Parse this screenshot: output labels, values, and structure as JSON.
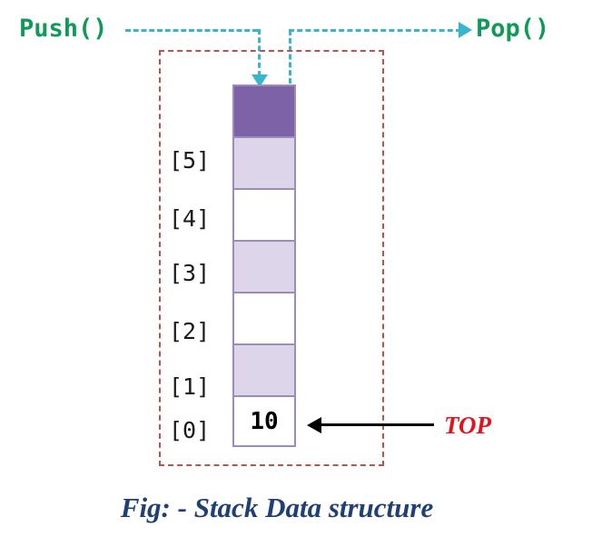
{
  "figure": {
    "caption": "Fig: - Stack Data structure",
    "caption_color": "#1f4076"
  },
  "operations": {
    "push": {
      "label": "Push()",
      "color": "#0f9b57",
      "direction": "into-stack-top",
      "arrow_color": "#3ab6cc"
    },
    "pop": {
      "label": "Pop()",
      "color": "#0f9b57",
      "direction": "out-of-stack-top",
      "arrow_color": "#3ab6cc"
    }
  },
  "container": {
    "border_color": "#c0504d",
    "border_style": "dashed"
  },
  "stack": {
    "cell_border_color": "#9b8cb8",
    "filled_color": "#7d62a8",
    "shaded_color": "#ddd6ea",
    "empty_color": "#ffffff",
    "cells": [
      {
        "index_label": "",
        "value": "",
        "state": "filled"
      },
      {
        "index_label": "[5]",
        "value": "",
        "state": "shaded"
      },
      {
        "index_label": "[4]",
        "value": "",
        "state": "empty"
      },
      {
        "index_label": "[3]",
        "value": "",
        "state": "shaded"
      },
      {
        "index_label": "[2]",
        "value": "",
        "state": "empty"
      },
      {
        "index_label": "[1]",
        "value": "",
        "state": "shaded"
      },
      {
        "index_label": "[0]",
        "value": "10",
        "state": "empty"
      }
    ]
  },
  "pointer": {
    "label": "TOP",
    "label_color": "#e8101a",
    "arrow_color": "#000000",
    "points_to_index": "[0]"
  }
}
